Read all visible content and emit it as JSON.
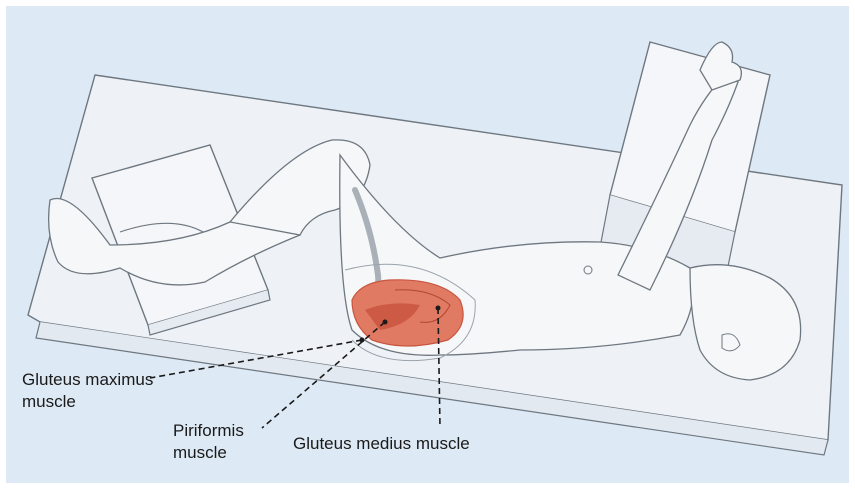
{
  "labels": {
    "gluteus_maximus": {
      "line1": "Gluteus maximus",
      "line2": "muscle"
    },
    "piriformis": {
      "line1": "Piriformis",
      "line2": "muscle"
    },
    "gluteus_medius": "Gluteus medius muscle"
  },
  "colors": {
    "background": "#dde9f4",
    "outline": "#6e7780",
    "body_fill": "#f6f7f9",
    "muscle": "#e07a62",
    "muscle_dark": "#c9553f",
    "leader_line": "#1a1a1a"
  }
}
